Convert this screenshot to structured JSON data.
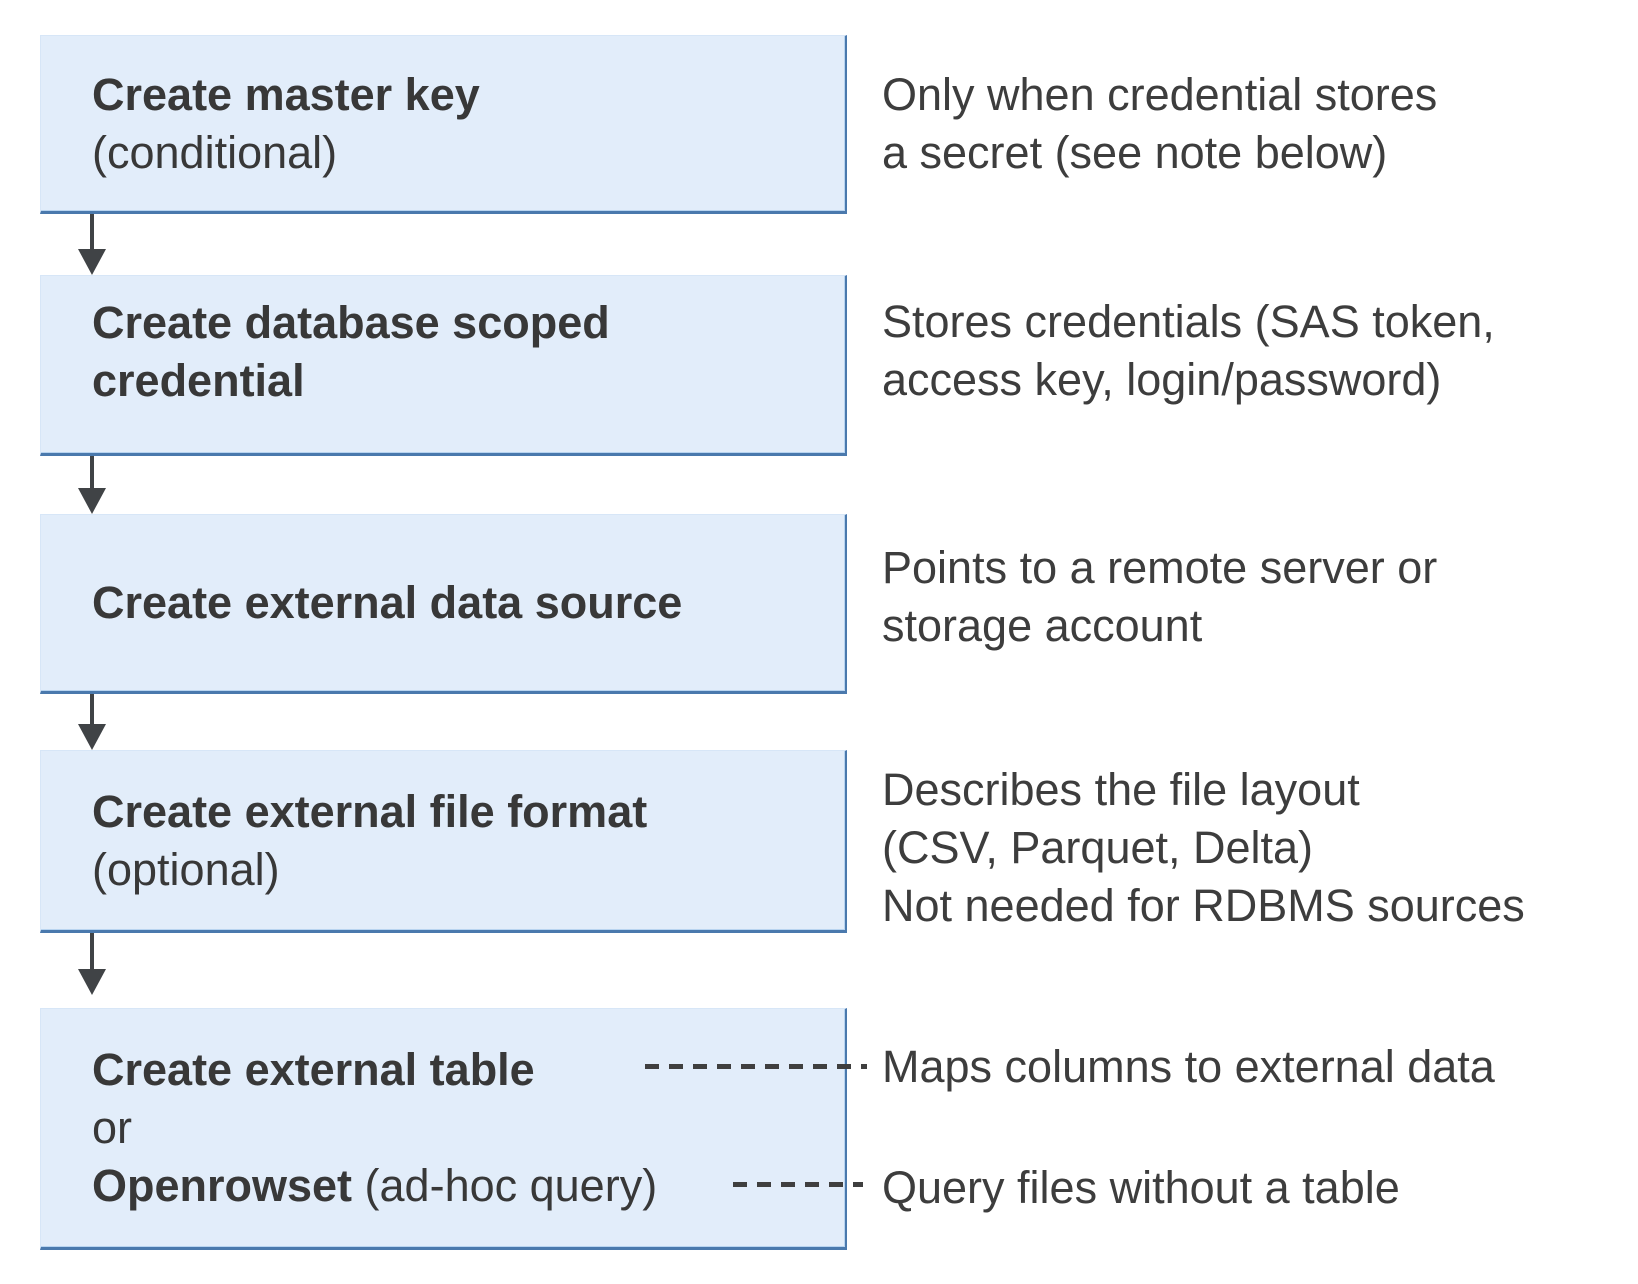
{
  "colors": {
    "box_fill": "#e2edfa",
    "box_border": "#4a79ad",
    "text": "#383838",
    "arrow": "#404346",
    "dash": "#3f3f3f"
  },
  "steps": [
    {
      "box": {
        "line1": "Create master key",
        "line2": "(conditional)"
      },
      "note": {
        "line1": "Only when credential stores",
        "line2": "a secret (see note below)"
      }
    },
    {
      "box": {
        "line1": "Create database scoped",
        "line2": "credential"
      },
      "note": {
        "line1": "Stores credentials (SAS token,",
        "line2": "access key, login/password)"
      }
    },
    {
      "box": {
        "line1": "Create external data source"
      },
      "note": {
        "line1": "Points to a remote server or",
        "line2": "storage account"
      }
    },
    {
      "box": {
        "line1": "Create external file format",
        "line2": "(optional)"
      },
      "note": {
        "line1": "Describes the file layout",
        "line2": "(CSV, Parquet, Delta)",
        "line3": "Not needed for RDBMS sources"
      }
    },
    {
      "box": {
        "line1": "Create external table",
        "line2": "or",
        "line3_bold": "Openrowset",
        "line3_rest": " (ad-hoc query)"
      },
      "note_table": "Maps columns to external data",
      "note_openrowset": "Query files without a table"
    }
  ]
}
